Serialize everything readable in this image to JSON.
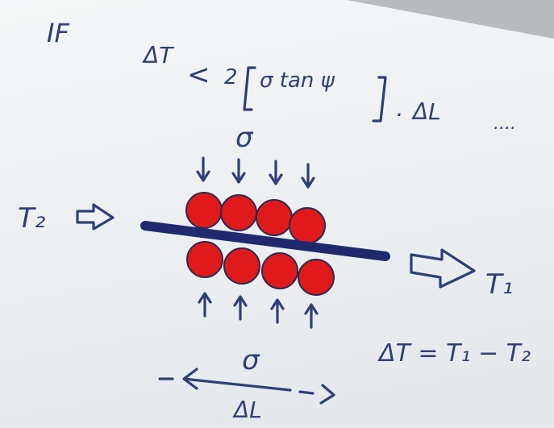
{
  "whiteboard": {
    "condition_if": "IF",
    "condition_lhs": "ΔT",
    "condition_lt": "<",
    "condition_coef": "2",
    "condition_bracket": "σ tan ψ",
    "condition_dot": "·",
    "condition_dl": "ΔL",
    "condition_ellipsis": "....",
    "sigma_top": "σ",
    "sigma_bottom": "σ",
    "t2_label": "T₂",
    "t1_label": "T₁",
    "delta_t_equation": "ΔT = T₁ − T₂",
    "delta_l_label": "ΔL",
    "ink_color": "#2e3f7a",
    "particle_color": "#e0191b",
    "belt_color": "#1f2a6e"
  }
}
